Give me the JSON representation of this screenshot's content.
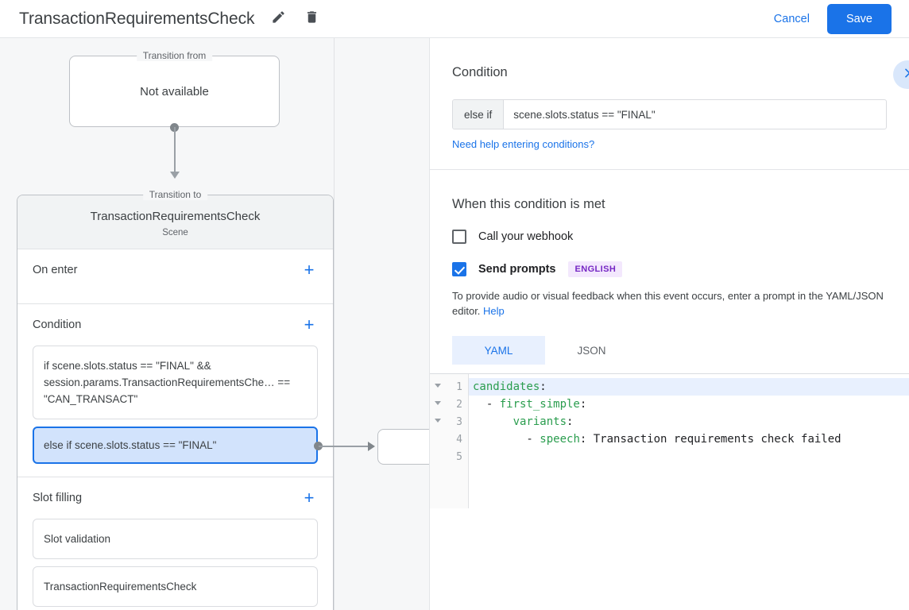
{
  "header": {
    "title": "TransactionRequirementsCheck",
    "edit_icon": "pencil-icon",
    "delete_icon": "trash-icon",
    "cancel_label": "Cancel",
    "save_label": "Save",
    "accent_color": "#1a73e8"
  },
  "canvas": {
    "transition_from": {
      "legend": "Transition from",
      "body": "Not available"
    },
    "transition_to": {
      "legend": "Transition to",
      "title": "TransactionRequirementsCheck",
      "subtitle": "Scene"
    },
    "sections": [
      {
        "label": "On enter",
        "add_label": "+",
        "items": []
      },
      {
        "label": "Condition",
        "add_label": "+",
        "items": [
          {
            "text": "if scene.slots.status == \"FINAL\" && session.params.TransactionRequirementsChe… == \"CAN_TRANSACT\"",
            "selected": false
          },
          {
            "text": "else if scene.slots.status == \"FINAL\"",
            "selected": true
          }
        ]
      },
      {
        "label": "Slot filling",
        "add_label": "+",
        "items": [
          {
            "text": "Slot validation",
            "selected": false
          },
          {
            "text": "TransactionRequirementsCheck",
            "selected": false
          }
        ]
      }
    ]
  },
  "panel": {
    "condition": {
      "heading": "Condition",
      "collapse_icon": "chevron-right-icon",
      "prefix": "else if",
      "value": "scene.slots.status == \"FINAL\"",
      "help_link": "Need help entering conditions?"
    },
    "when_met": {
      "heading": "When this condition is met",
      "webhook": {
        "label": "Call your webhook",
        "checked": false
      },
      "prompts": {
        "label": "Send prompts",
        "badge": "ENGLISH",
        "badge_bg": "#f3e8fd",
        "badge_fg": "#7627c4",
        "checked": true
      },
      "description": "To provide audio or visual feedback when this event occurs, enter a prompt in the YAML/JSON editor.",
      "description_link": "Help"
    },
    "editor": {
      "tabs": [
        {
          "label": "YAML",
          "active": true
        },
        {
          "label": "JSON",
          "active": false
        }
      ],
      "lines": [
        {
          "number": "1",
          "foldable": true,
          "current": true,
          "tokens": [
            {
              "text": "candidates",
              "cls": "k"
            },
            {
              "text": ":",
              "cls": "p"
            }
          ]
        },
        {
          "number": "2",
          "foldable": true,
          "current": false,
          "tokens": [
            {
              "text": "  - ",
              "cls": "p"
            },
            {
              "text": "first_simple",
              "cls": "k"
            },
            {
              "text": ":",
              "cls": "p"
            }
          ]
        },
        {
          "number": "3",
          "foldable": true,
          "current": false,
          "tokens": [
            {
              "text": "      ",
              "cls": "p"
            },
            {
              "text": "variants",
              "cls": "k"
            },
            {
              "text": ":",
              "cls": "p"
            }
          ]
        },
        {
          "number": "4",
          "foldable": false,
          "current": false,
          "tokens": [
            {
              "text": "        - ",
              "cls": "p"
            },
            {
              "text": "speech",
              "cls": "k"
            },
            {
              "text": ": Transaction requirements check failed",
              "cls": "p"
            }
          ]
        },
        {
          "number": "5",
          "foldable": false,
          "current": false,
          "tokens": []
        }
      ]
    }
  }
}
